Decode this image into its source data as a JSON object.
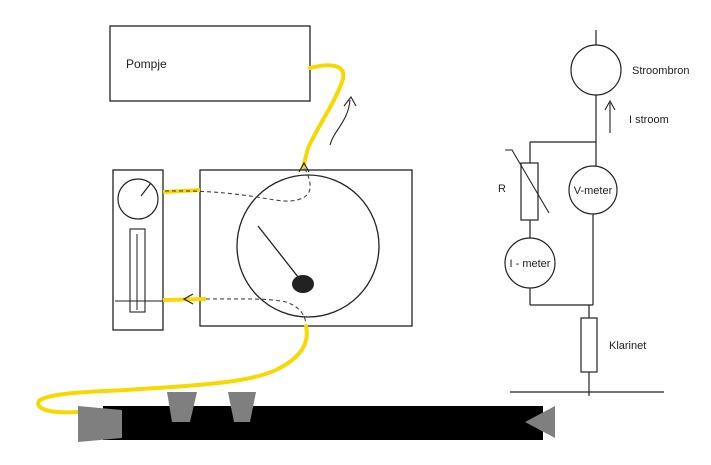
{
  "labels": {
    "pump": "Pompje",
    "source": "Stroombron",
    "current": "I stroom",
    "resistor": "R",
    "voltmeter": "V-meter",
    "ammeter": "I - meter",
    "clarinet": "Klarinet"
  },
  "colors": {
    "tube": "#f7d800",
    "line": "#222222",
    "wedge": "#7f7f7f",
    "bar": "#000000"
  }
}
